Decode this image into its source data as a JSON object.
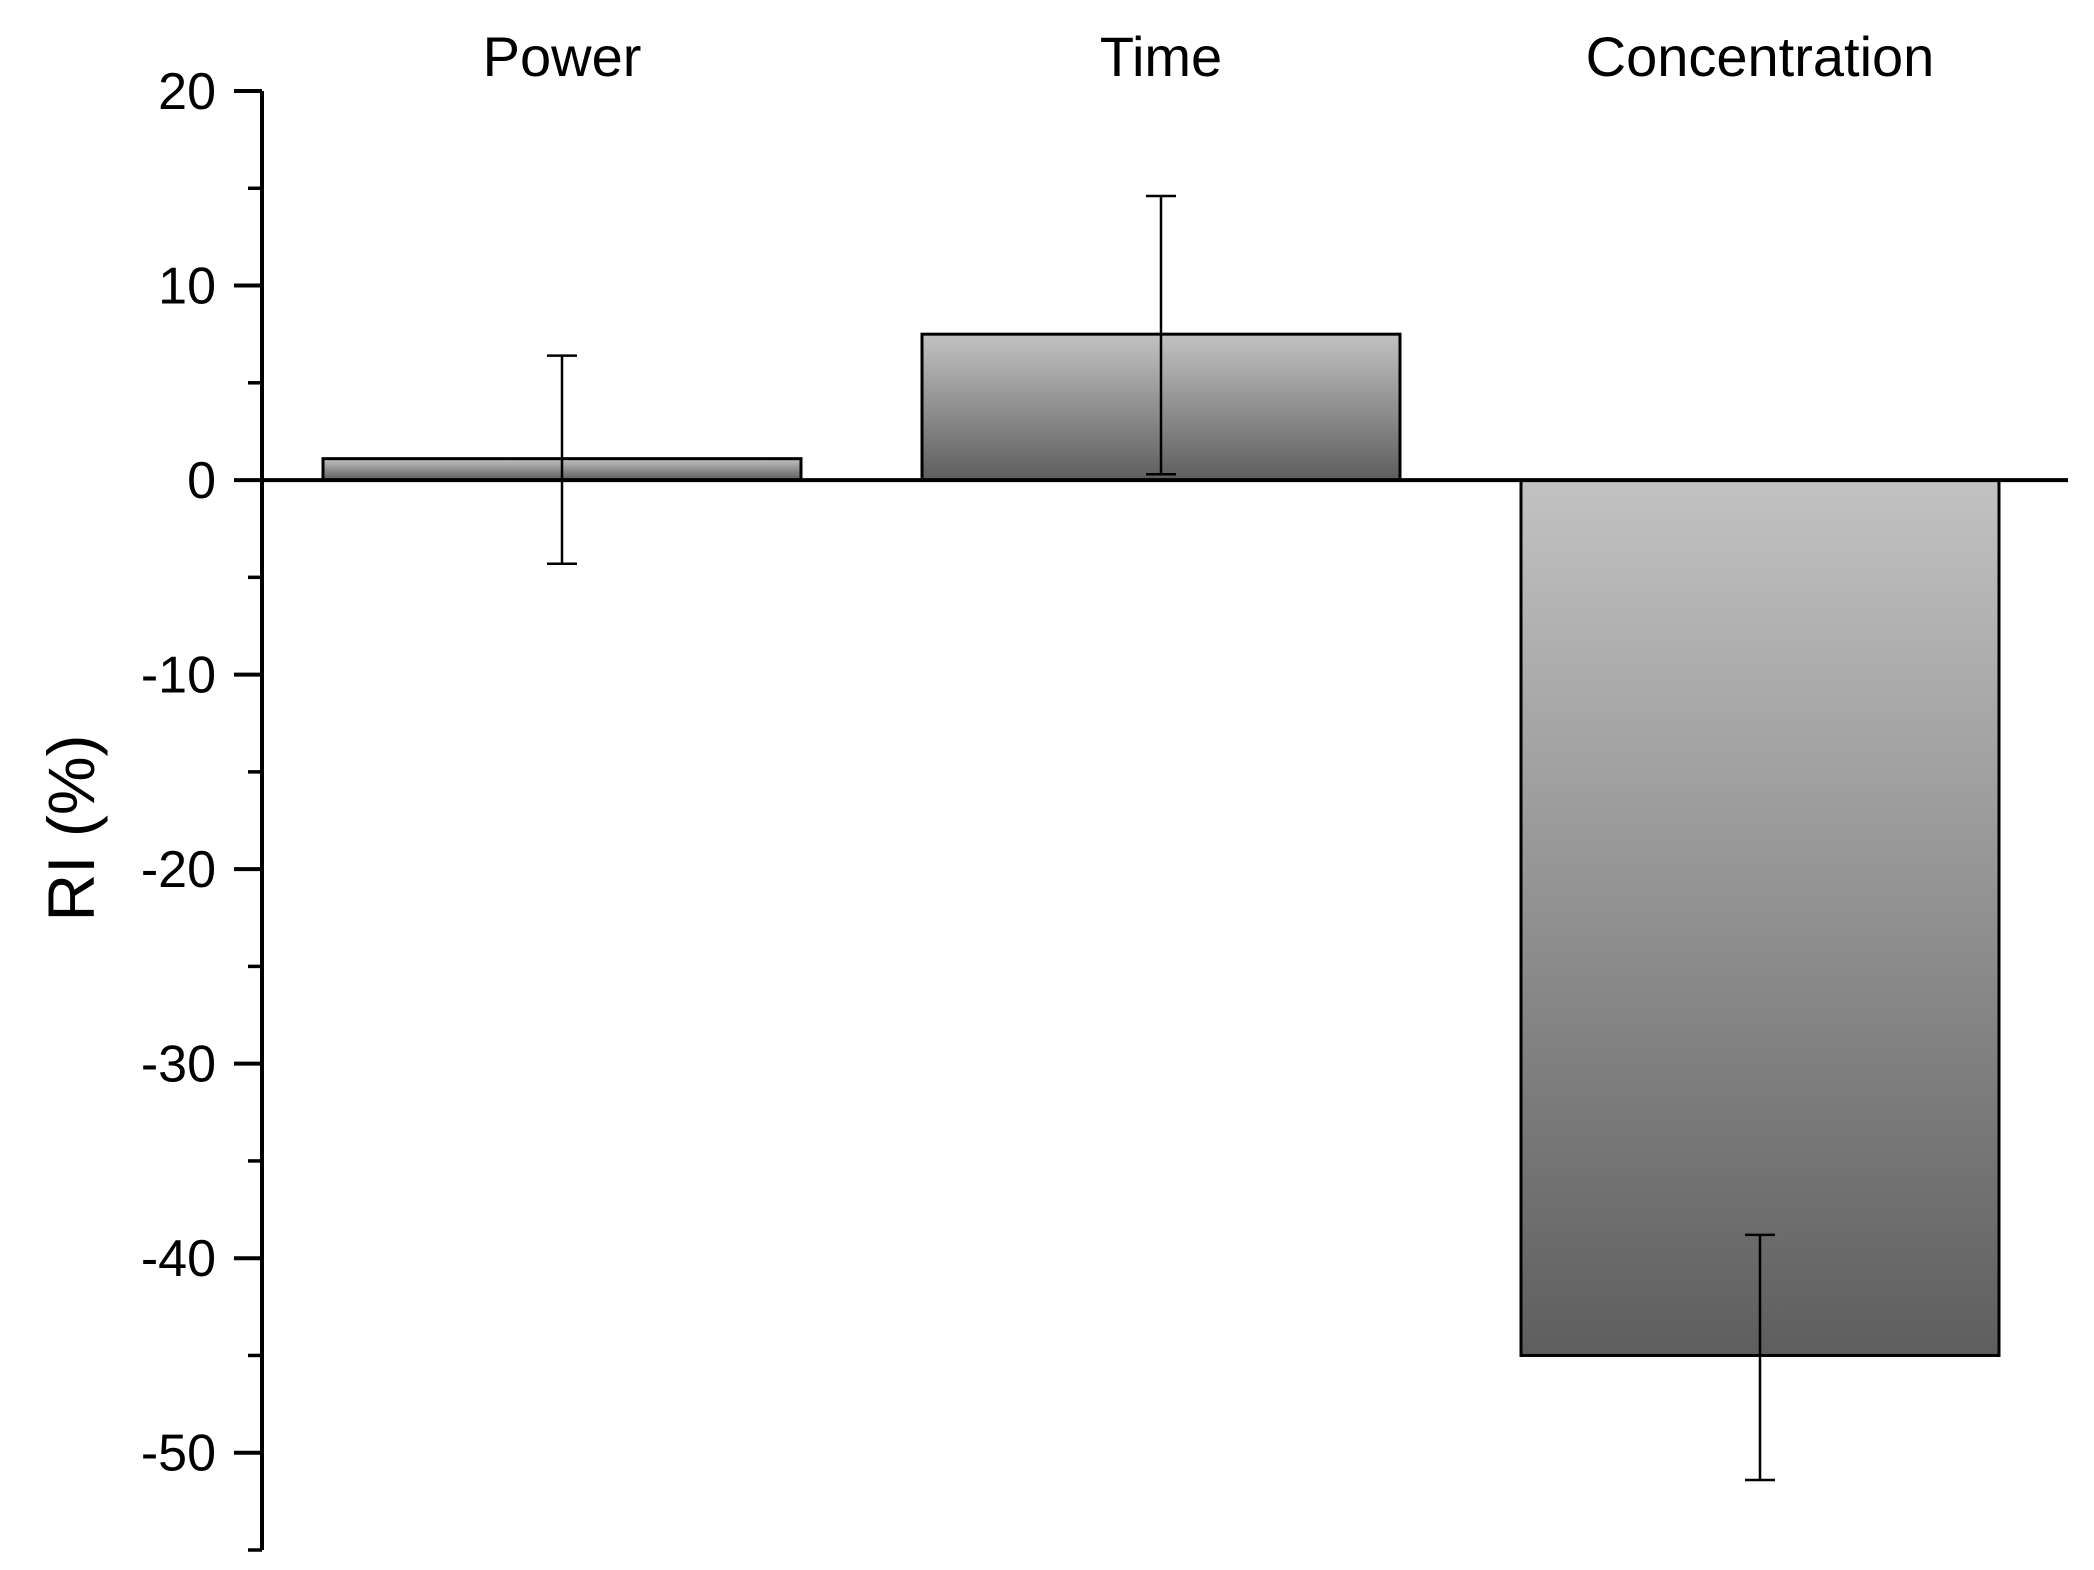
{
  "chart_data": {
    "type": "bar",
    "categories": [
      "Power",
      "Time",
      "Concentration"
    ],
    "values": [
      1.1,
      7.5,
      -45.0
    ],
    "errors": [
      {
        "low": -4.3,
        "high": 6.4
      },
      {
        "low": 0.3,
        "high": 14.6
      },
      {
        "low": -51.4,
        "high": -38.8
      }
    ],
    "ylabel": "RI (%)",
    "ylim": [
      -55,
      20
    ],
    "yticks": [
      20,
      10,
      0,
      -10,
      -20,
      -30,
      -40,
      -50
    ],
    "ytick_labels": [
      "20",
      "10",
      "0",
      "-10",
      "-20",
      "-30",
      "-40",
      "-50"
    ],
    "grid": false,
    "legend": false,
    "category_label_position": "top",
    "bar_fill_top": "#c2c2c2",
    "bar_fill_bottom": "#5e5e5e"
  }
}
